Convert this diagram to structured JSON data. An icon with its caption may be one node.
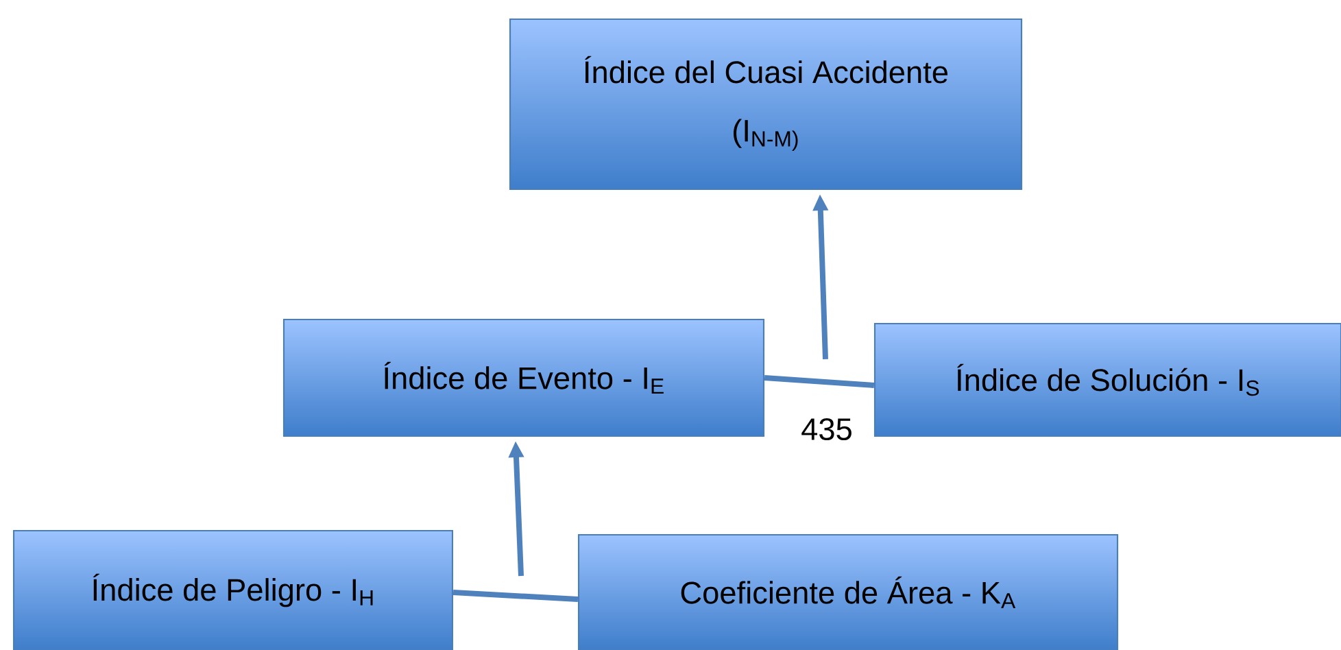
{
  "diagram": {
    "nodes": [
      {
        "text": [
          "Índice del Cuasi Accidente",
          "(I$_{N-M)}$"
        ]
      },
      {
        "text": [
          "Índice de Evento - I$_{E}$"
        ]
      },
      {
        "text": [
          "Índice de Solución - I$_{S}$"
        ]
      },
      {
        "text": [
          "Índice de Peligro - I$_{H}$"
        ]
      },
      {
        "text": [
          "Coeficiente de Área - K$_{A}$"
        ]
      }
    ],
    "edges": [
      {
        "from": 1,
        "to": 2,
        "arrow": "none"
      },
      {
        "from": null,
        "to": 0,
        "arrow": "to"
      },
      {
        "from": 3,
        "to": 4,
        "arrow": "none"
      },
      {
        "from": null,
        "to": 1,
        "arrow": "to"
      }
    ],
    "labels": [
      "435"
    ]
  }
}
